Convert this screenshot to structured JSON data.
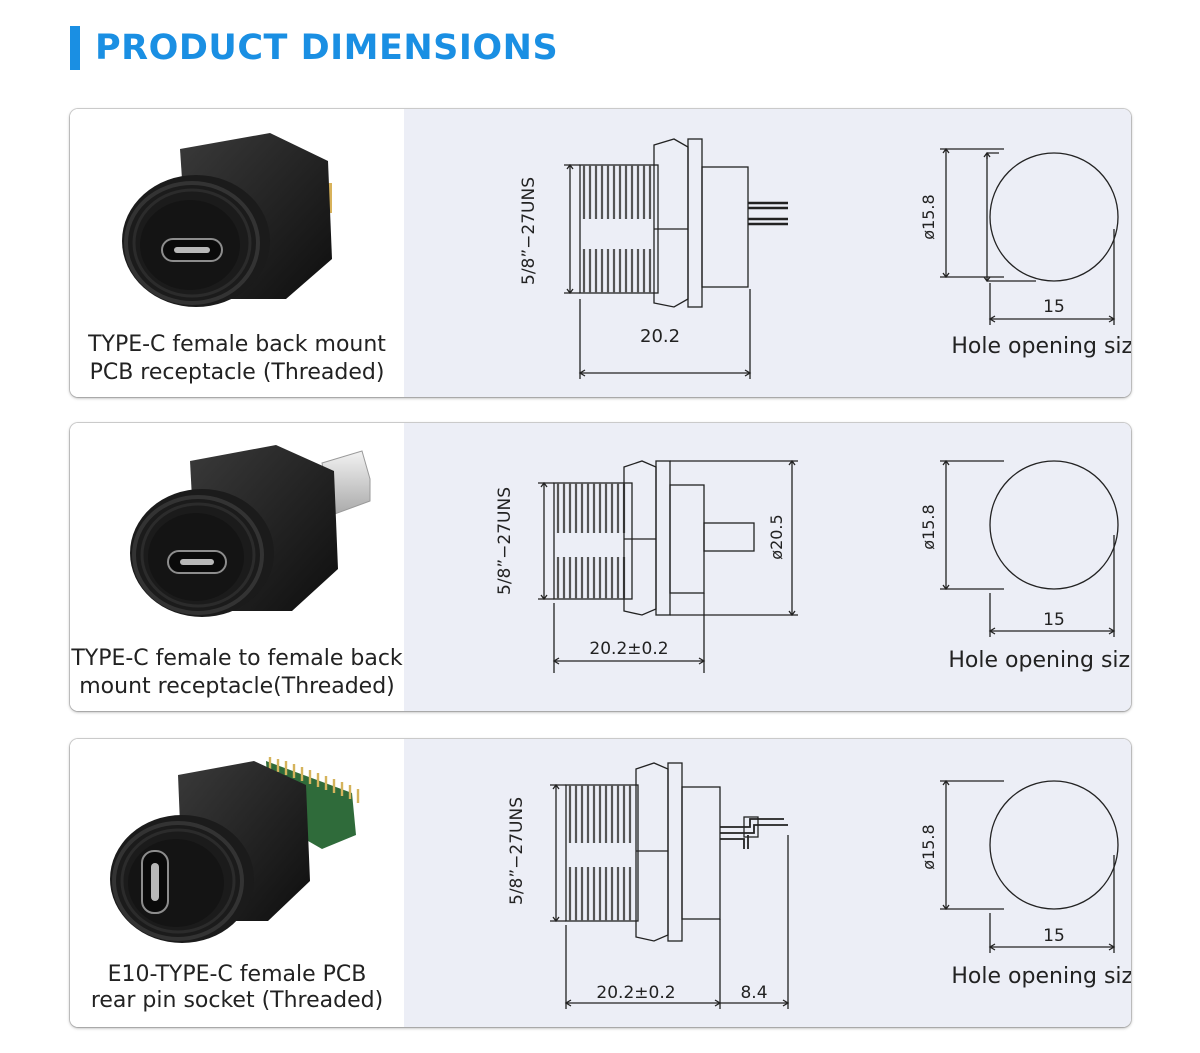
{
  "page": {
    "title": "PRODUCT DIMENSIONS"
  },
  "products": [
    {
      "caption_line1": "TYPE-C female back mount",
      "caption_line2": "PCB receptacle (Threaded)",
      "thread_label": "5/8”−27UNS",
      "length_label": "20.2",
      "hole_diameter_label": "ø15.8",
      "hole_width_label": "15",
      "hole_caption": "Hole opening size"
    },
    {
      "caption_line1": "TYPE-C female to female back",
      "caption_line2": "mount receptacle(Threaded)",
      "thread_label": "5/8”−27UNS",
      "length_label": "20.2±0.2",
      "flange_diameter_label": "ø20.5",
      "hole_diameter_label": "ø15.8",
      "hole_width_label": "15",
      "hole_caption": "Hole opening size"
    },
    {
      "caption_line1": "E10-TYPE-C female PCB",
      "caption_line2": "rear pin socket (Threaded)",
      "thread_label": "5/8”−27UNS",
      "length_label": "20.2±0.2",
      "pin_length_label": "8.4",
      "hole_diameter_label": "ø15.8",
      "hole_width_label": "15",
      "hole_caption": "Hole opening size"
    }
  ],
  "colors": {
    "accent": "#1a8fe3",
    "panel": "#eceef6",
    "connector": "#1d1d1d",
    "pcb": "#2f6b3a"
  }
}
